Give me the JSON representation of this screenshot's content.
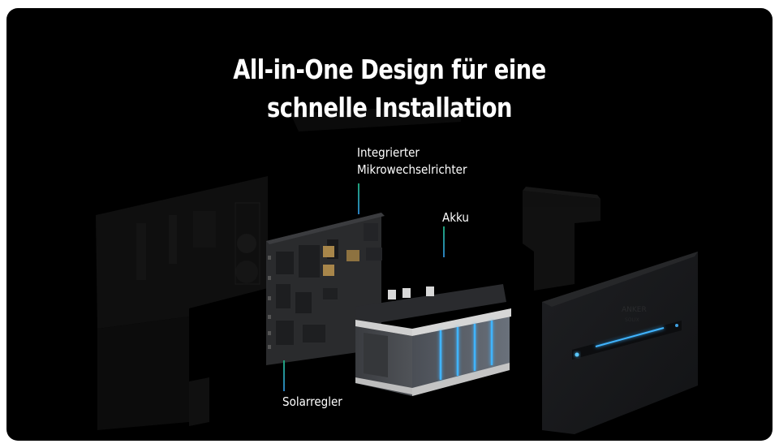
{
  "banner": {
    "title_line1": "All-in-One Design für eine",
    "title_line2": "schnelle Installation"
  },
  "callouts": [
    {
      "label_line1": "Integrierter",
      "label_line2": "Mikrowechselrichter"
    },
    {
      "label_line1": "Akku"
    },
    {
      "label_line1": "Solarregler"
    }
  ],
  "product": {
    "logo_line1": "ANKER",
    "logo_line2": "SOLIX"
  },
  "colors": {
    "background": "#000000",
    "text": "#ffffff",
    "leader_top": "#1fa37a",
    "leader_bottom": "#2a7fc0",
    "glow": "#3fb4ff"
  }
}
